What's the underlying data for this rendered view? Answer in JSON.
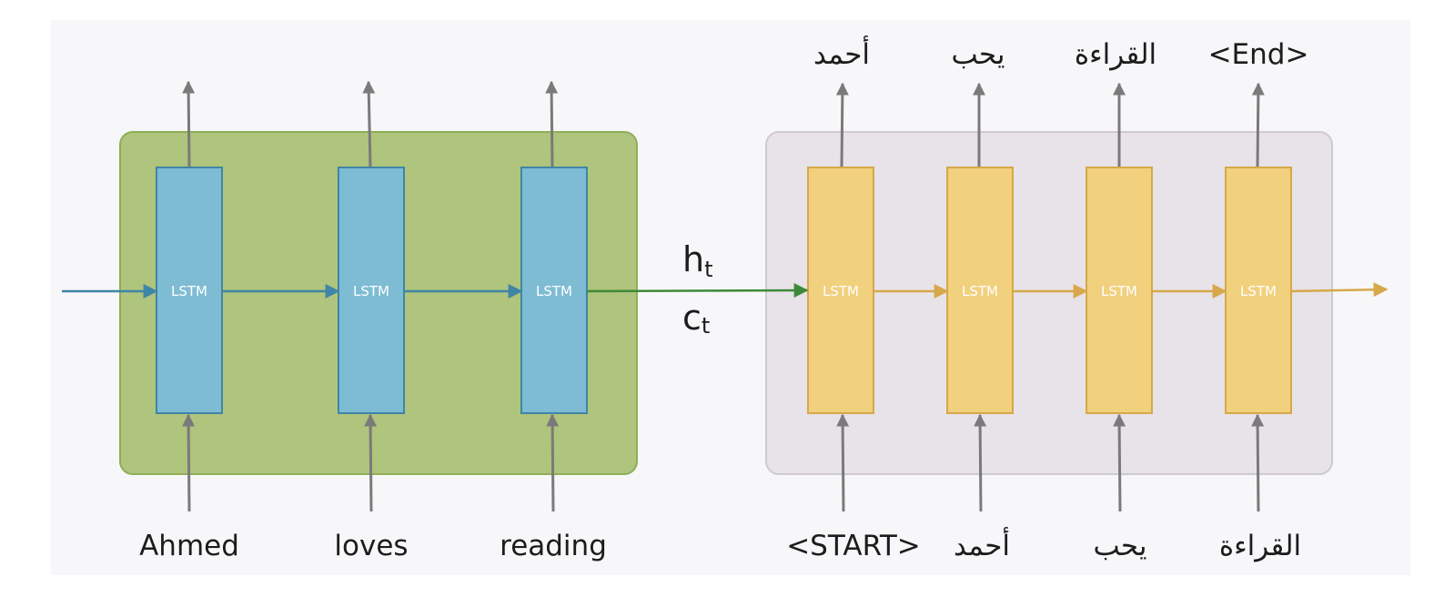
{
  "encoder": {
    "cell_label": "LSTM",
    "inputs": [
      "Ahmed",
      "loves",
      "reading"
    ],
    "box_color": "#afc47c",
    "cell_color": "#7ebcd4",
    "arrow_color": "#3f86a6"
  },
  "decoder": {
    "cell_label": "LSTM",
    "inputs": [
      "<START>",
      "أحمد",
      "يحب",
      "القراءة"
    ],
    "outputs": [
      "أحمد",
      "يحب",
      "القراءة",
      "<End>"
    ],
    "box_color": "#e8e3e8",
    "cell_color": "#f1d07e",
    "arrow_color": "#d6a84a"
  },
  "context": {
    "h": "h",
    "h_sub": "t",
    "c": "c",
    "c_sub": "t",
    "arrow_color": "#3e8a3a"
  }
}
